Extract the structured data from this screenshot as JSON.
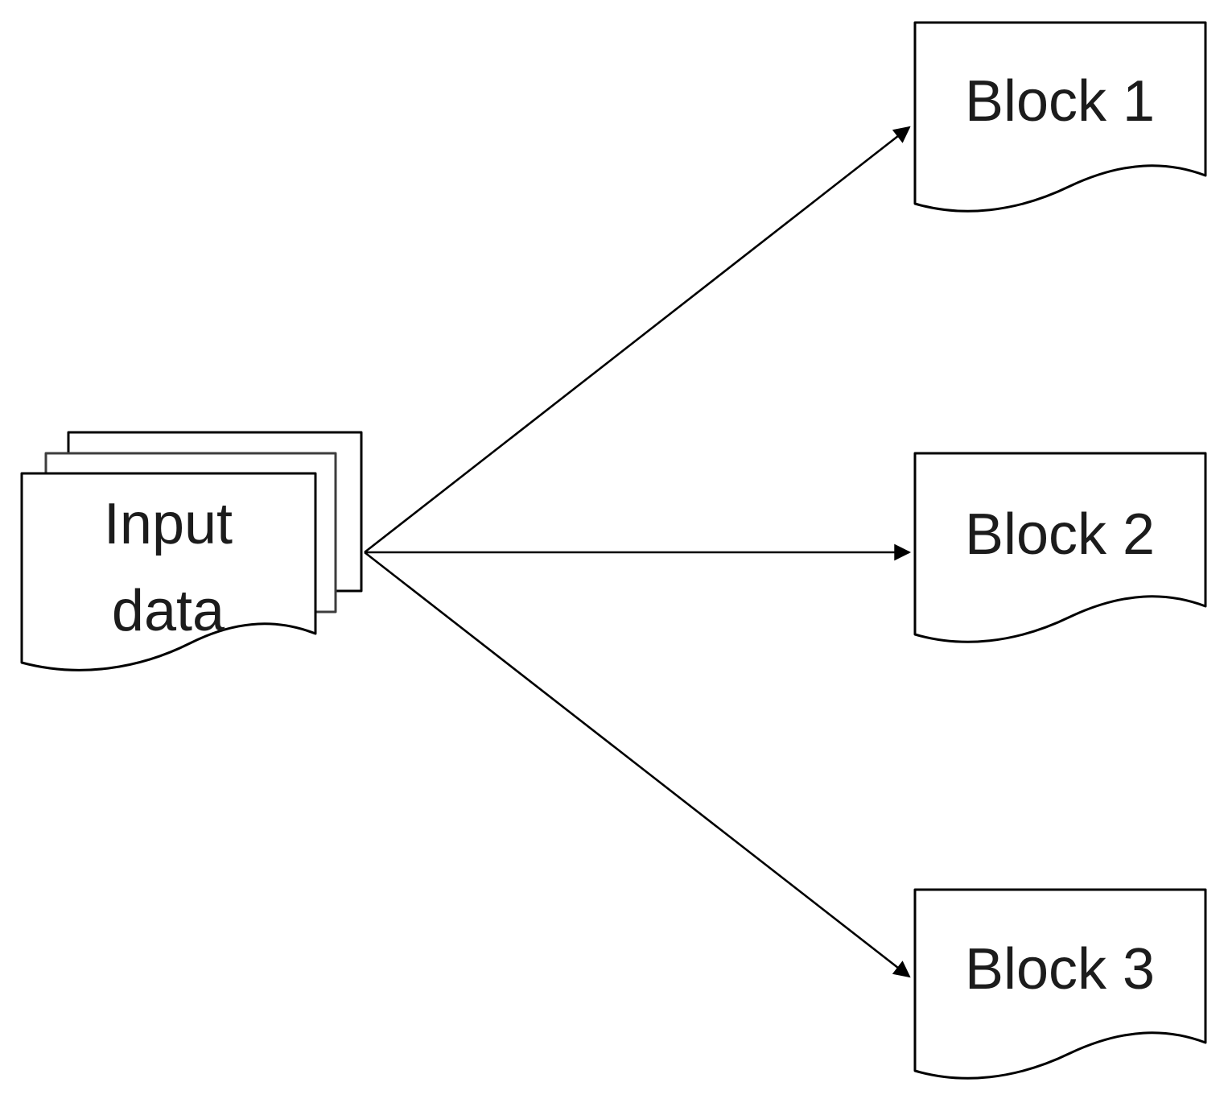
{
  "diagram": {
    "type": "flow-diagram",
    "colors": {
      "background": "#ffffff",
      "line": "#000000",
      "text": "#1c1c1c"
    },
    "input": {
      "name": "Input data",
      "label_line1": "Input",
      "label_line2": "data",
      "shape": "multi-document-stack",
      "sheet_count": 3
    },
    "blocks": [
      {
        "label": "Block 1",
        "shape": "document"
      },
      {
        "label": "Block 2",
        "shape": "document"
      },
      {
        "label": "Block 3",
        "shape": "document"
      }
    ],
    "connections": [
      {
        "from": "input-data",
        "to": "block-1",
        "style": "arrow"
      },
      {
        "from": "input-data",
        "to": "block-2",
        "style": "arrow"
      },
      {
        "from": "input-data",
        "to": "block-3",
        "style": "arrow"
      }
    ]
  }
}
